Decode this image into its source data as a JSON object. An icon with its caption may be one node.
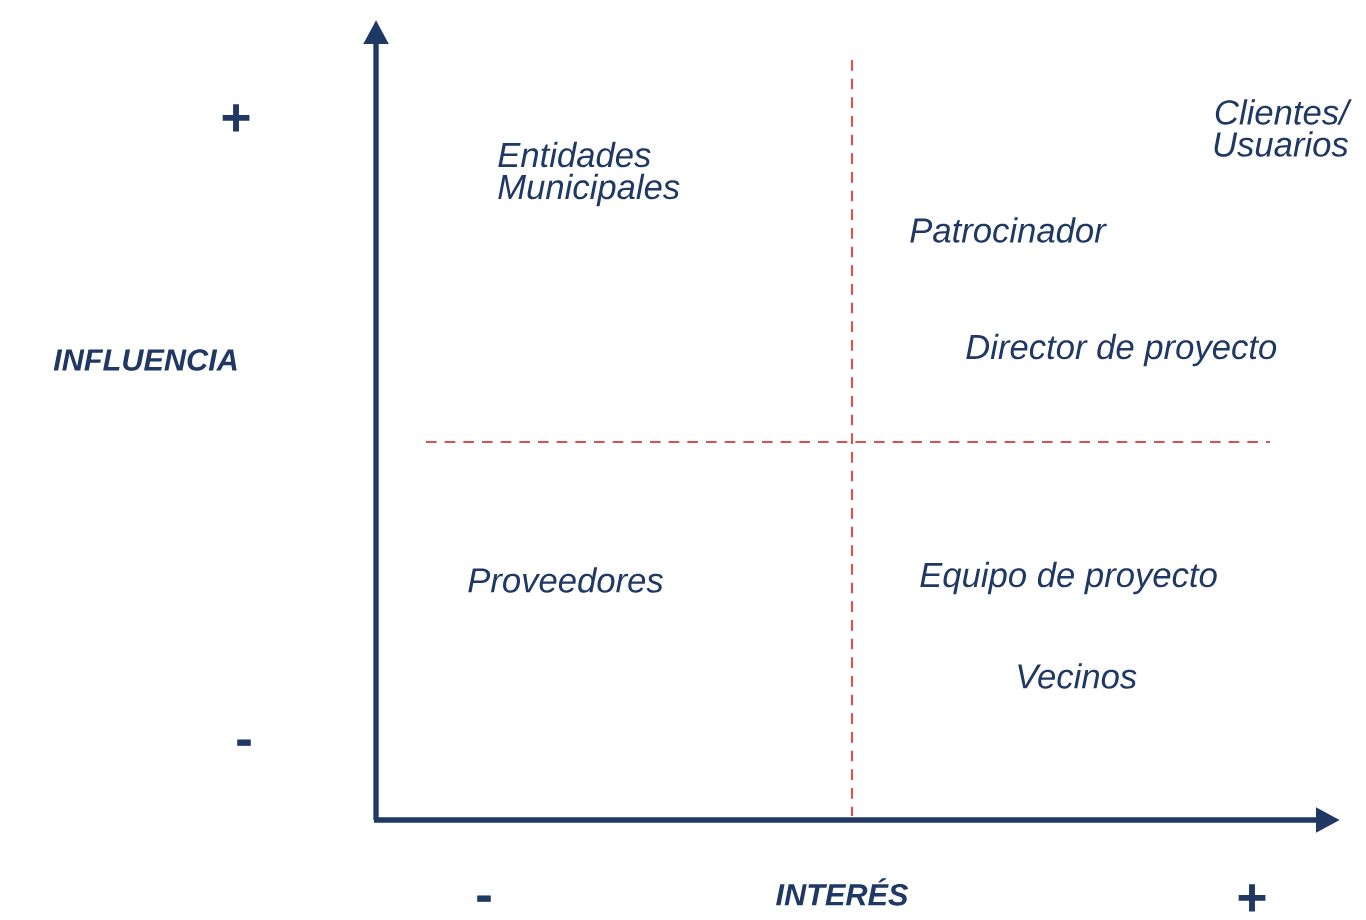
{
  "diagram": {
    "labels": [
      "+",
      "Clientes/ Usuarios",
      "Entidades Municipales",
      "Patrocinador",
      "INFLUENCIA",
      "Director de proyecto",
      "Proveedores",
      "Equipo de proyecto",
      "Vecinos",
      "-",
      "INTERÉS",
      "-",
      "+"
    ]
  }
}
